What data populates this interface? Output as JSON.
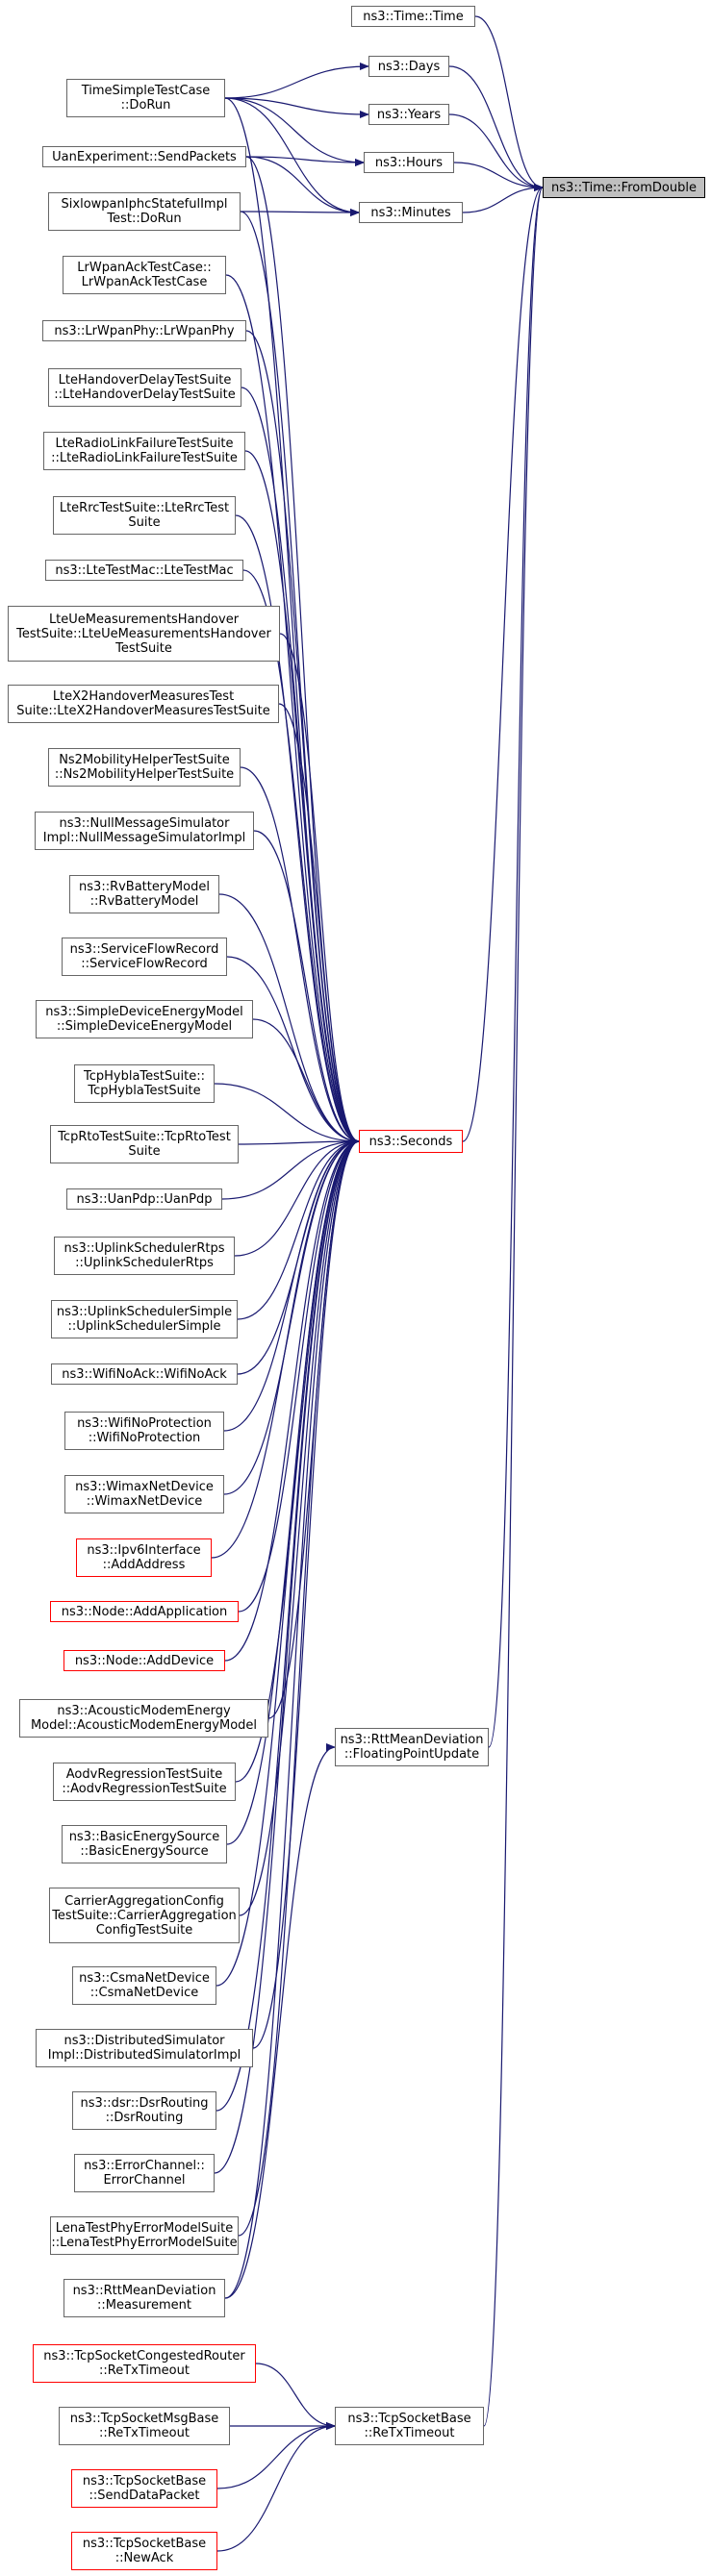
{
  "nodes": {
    "fromdouble": {
      "lines": [
        "ns3::Time::FromDouble"
      ],
      "style": "focus"
    },
    "timetime": {
      "lines": [
        "ns3::Time::Time"
      ],
      "style": "normal"
    },
    "days": {
      "lines": [
        "ns3::Days"
      ],
      "style": "normal"
    },
    "years": {
      "lines": [
        "ns3::Years"
      ],
      "style": "normal"
    },
    "hours": {
      "lines": [
        "ns3::Hours"
      ],
      "style": "normal"
    },
    "minutes": {
      "lines": [
        "ns3::Minutes"
      ],
      "style": "normal"
    },
    "seconds": {
      "lines": [
        "ns3::Seconds"
      ],
      "style": "red"
    },
    "floatingpoint": {
      "lines": [
        "ns3::RttMeanDeviation",
        "::FloatingPointUpdate"
      ],
      "style": "normal"
    },
    "retxtimeout": {
      "lines": [
        "ns3::TcpSocketBase",
        "::ReTxTimeout"
      ],
      "style": "normal"
    },
    "timesimple": {
      "lines": [
        "TimeSimpleTestCase",
        "::DoRun"
      ],
      "style": "normal"
    },
    "uanexp": {
      "lines": [
        "UanExperiment::SendPackets"
      ],
      "style": "normal"
    },
    "sixlowpan": {
      "lines": [
        "SixlowpanIphcStatefulImpl",
        "Test::DoRun"
      ],
      "style": "normal"
    },
    "lrwpanack": {
      "lines": [
        "LrWpanAckTestCase::",
        "LrWpanAckTestCase"
      ],
      "style": "normal"
    },
    "lrwpanphy": {
      "lines": [
        "ns3::LrWpanPhy::LrWpanPhy"
      ],
      "style": "normal"
    },
    "ltehandover": {
      "lines": [
        "LteHandoverDelayTestSuite",
        "::LteHandoverDelayTestSuite"
      ],
      "style": "normal"
    },
    "lteradio": {
      "lines": [
        "LteRadioLinkFailureTestSuite",
        "::LteRadioLinkFailureTestSuite"
      ],
      "style": "normal"
    },
    "lterrc": {
      "lines": [
        "LteRrcTestSuite::LteRrcTest",
        "Suite"
      ],
      "style": "normal"
    },
    "ltemac": {
      "lines": [
        "ns3::LteTestMac::LteTestMac"
      ],
      "style": "normal"
    },
    "lteue": {
      "lines": [
        "LteUeMeasurementsHandover",
        "TestSuite::LteUeMeasurementsHandover",
        "TestSuite"
      ],
      "style": "normal"
    },
    "ltex2": {
      "lines": [
        "LteX2HandoverMeasuresTest",
        "Suite::LteX2HandoverMeasuresTestSuite"
      ],
      "style": "normal"
    },
    "ns2mob": {
      "lines": [
        "Ns2MobilityHelperTestSuite",
        "::Ns2MobilityHelperTestSuite"
      ],
      "style": "normal"
    },
    "nullmsg": {
      "lines": [
        "ns3::NullMessageSimulator",
        "Impl::NullMessageSimulatorImpl"
      ],
      "style": "normal"
    },
    "rvbattery": {
      "lines": [
        "ns3::RvBatteryModel",
        "::RvBatteryModel"
      ],
      "style": "normal"
    },
    "serviceflow": {
      "lines": [
        "ns3::ServiceFlowRecord",
        "::ServiceFlowRecord"
      ],
      "style": "normal"
    },
    "simpledev": {
      "lines": [
        "ns3::SimpleDeviceEnergyModel",
        "::SimpleDeviceEnergyModel"
      ],
      "style": "normal"
    },
    "tcphybla": {
      "lines": [
        "TcpHyblaTestSuite::",
        "TcpHyblaTestSuite"
      ],
      "style": "normal"
    },
    "tcprto": {
      "lines": [
        "TcpRtoTestSuite::TcpRtoTest",
        "Suite"
      ],
      "style": "normal"
    },
    "uanpdp": {
      "lines": [
        "ns3::UanPdp::UanPdp"
      ],
      "style": "normal"
    },
    "uplinkrtps": {
      "lines": [
        "ns3::UplinkSchedulerRtps",
        "::UplinkSchedulerRtps"
      ],
      "style": "normal"
    },
    "uplinksimple": {
      "lines": [
        "ns3::UplinkSchedulerSimple",
        "::UplinkSchedulerSimple"
      ],
      "style": "normal"
    },
    "wifinoack": {
      "lines": [
        "ns3::WifiNoAck::WifiNoAck"
      ],
      "style": "normal"
    },
    "wifinoprot": {
      "lines": [
        "ns3::WifiNoProtection",
        "::WifiNoProtection"
      ],
      "style": "normal"
    },
    "wimax": {
      "lines": [
        "ns3::WimaxNetDevice",
        "::WimaxNetDevice"
      ],
      "style": "normal"
    },
    "ipv6": {
      "lines": [
        "ns3::Ipv6Interface",
        "::AddAddress"
      ],
      "style": "red"
    },
    "addapp": {
      "lines": [
        "ns3::Node::AddApplication"
      ],
      "style": "red"
    },
    "adddevice": {
      "lines": [
        "ns3::Node::AddDevice"
      ],
      "style": "red"
    },
    "acoustic": {
      "lines": [
        "ns3::AcousticModemEnergy",
        "Model::AcousticModemEnergyModel"
      ],
      "style": "normal"
    },
    "aodv": {
      "lines": [
        "AodvRegressionTestSuite",
        "::AodvRegressionTestSuite"
      ],
      "style": "normal"
    },
    "basicenergy": {
      "lines": [
        "ns3::BasicEnergySource",
        "::BasicEnergySource"
      ],
      "style": "normal"
    },
    "carrier": {
      "lines": [
        "CarrierAggregationConfig",
        "TestSuite::CarrierAggregation",
        "ConfigTestSuite"
      ],
      "style": "normal"
    },
    "csma": {
      "lines": [
        "ns3::CsmaNetDevice",
        "::CsmaNetDevice"
      ],
      "style": "normal"
    },
    "distsim": {
      "lines": [
        "ns3::DistributedSimulator",
        "Impl::DistributedSimulatorImpl"
      ],
      "style": "normal"
    },
    "dsr": {
      "lines": [
        "ns3::dsr::DsrRouting",
        "::DsrRouting"
      ],
      "style": "normal"
    },
    "errorch": {
      "lines": [
        "ns3::ErrorChannel::",
        "ErrorChannel"
      ],
      "style": "normal"
    },
    "lenatest": {
      "lines": [
        "LenaTestPhyErrorModelSuite",
        "::LenaTestPhyErrorModelSuite"
      ],
      "style": "normal"
    },
    "rttmeas": {
      "lines": [
        "ns3::RttMeanDeviation",
        "::Measurement"
      ],
      "style": "normal"
    },
    "tcpcong": {
      "lines": [
        "ns3::TcpSocketCongestedRouter",
        "::ReTxTimeout"
      ],
      "style": "red"
    },
    "tcpmsgbase": {
      "lines": [
        "ns3::TcpSocketMsgBase",
        "::ReTxTimeout"
      ],
      "style": "normal"
    },
    "senddata": {
      "lines": [
        "ns3::TcpSocketBase",
        "::SendDataPacket"
      ],
      "style": "red"
    },
    "newack": {
      "lines": [
        "ns3::TcpSocketBase",
        "::NewAck"
      ],
      "style": "red"
    }
  },
  "edges": [
    [
      "timetime",
      "fromdouble"
    ],
    [
      "days",
      "fromdouble"
    ],
    [
      "years",
      "fromdouble"
    ],
    [
      "hours",
      "fromdouble"
    ],
    [
      "minutes",
      "fromdouble"
    ],
    [
      "seconds",
      "fromdouble"
    ],
    [
      "floatingpoint",
      "fromdouble"
    ],
    [
      "retxtimeout",
      "fromdouble"
    ],
    [
      "timesimple",
      "days"
    ],
    [
      "timesimple",
      "years"
    ],
    [
      "timesimple",
      "hours"
    ],
    [
      "timesimple",
      "minutes"
    ],
    [
      "timesimple",
      "seconds"
    ],
    [
      "uanexp",
      "hours"
    ],
    [
      "uanexp",
      "minutes"
    ],
    [
      "uanexp",
      "seconds"
    ],
    [
      "sixlowpan",
      "minutes"
    ],
    [
      "sixlowpan",
      "seconds"
    ],
    [
      "lrwpanack",
      "seconds"
    ],
    [
      "lrwpanphy",
      "seconds"
    ],
    [
      "ltehandover",
      "seconds"
    ],
    [
      "lteradio",
      "seconds"
    ],
    [
      "lterrc",
      "seconds"
    ],
    [
      "ltemac",
      "seconds"
    ],
    [
      "lteue",
      "seconds"
    ],
    [
      "ltex2",
      "seconds"
    ],
    [
      "ns2mob",
      "seconds"
    ],
    [
      "nullmsg",
      "seconds"
    ],
    [
      "rvbattery",
      "seconds"
    ],
    [
      "serviceflow",
      "seconds"
    ],
    [
      "simpledev",
      "seconds"
    ],
    [
      "tcphybla",
      "seconds"
    ],
    [
      "tcprto",
      "seconds"
    ],
    [
      "uanpdp",
      "seconds"
    ],
    [
      "uplinkrtps",
      "seconds"
    ],
    [
      "uplinksimple",
      "seconds"
    ],
    [
      "wifinoack",
      "seconds"
    ],
    [
      "wifinoprot",
      "seconds"
    ],
    [
      "wimax",
      "seconds"
    ],
    [
      "ipv6",
      "seconds"
    ],
    [
      "addapp",
      "seconds"
    ],
    [
      "adddevice",
      "seconds"
    ],
    [
      "acoustic",
      "seconds"
    ],
    [
      "aodv",
      "seconds"
    ],
    [
      "basicenergy",
      "seconds"
    ],
    [
      "carrier",
      "seconds"
    ],
    [
      "csma",
      "seconds"
    ],
    [
      "distsim",
      "seconds"
    ],
    [
      "dsr",
      "seconds"
    ],
    [
      "errorch",
      "seconds"
    ],
    [
      "lenatest",
      "seconds"
    ],
    [
      "rttmeas",
      "seconds"
    ],
    [
      "rttmeas",
      "floatingpoint"
    ],
    [
      "tcpcong",
      "retxtimeout"
    ],
    [
      "tcpmsgbase",
      "retxtimeout"
    ],
    [
      "senddata",
      "retxtimeout"
    ],
    [
      "newack",
      "retxtimeout"
    ]
  ],
  "colors": {
    "edge": "#191970",
    "node_border": "#666666",
    "highlight_border": "#ff0000",
    "focus_fill": "#bfbfbf",
    "focus_border": "#000000"
  }
}
